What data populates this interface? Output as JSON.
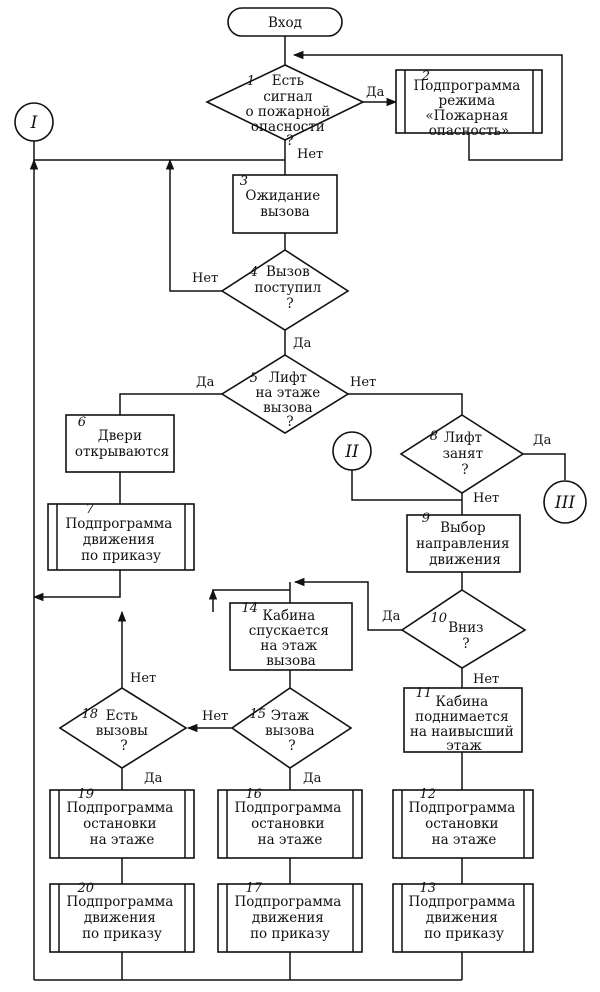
{
  "start": {
    "label": "Вход"
  },
  "connectors": {
    "c1": "I",
    "c2": "II",
    "c3": "III"
  },
  "edges": {
    "yes": "Да",
    "no": "Нет"
  },
  "blocks": {
    "b1": {
      "num": "1",
      "lines": [
        "Есть",
        "сигнал",
        "о пожарной",
        "опасности",
        "?"
      ]
    },
    "b2": {
      "num": "2",
      "lines": [
        "Подпрограмма",
        "режима",
        "«Пожарная",
        "опасность»"
      ]
    },
    "b3": {
      "num": "3",
      "lines": [
        "Ожидание",
        "вызова"
      ]
    },
    "b4": {
      "num": "4",
      "lines": [
        "Вызов",
        "поступил",
        "?"
      ]
    },
    "b5": {
      "num": "5",
      "lines": [
        "Лифт",
        "на этаже",
        "вызова",
        "?"
      ]
    },
    "b6": {
      "num": "6",
      "lines": [
        "Двери",
        "открываются"
      ]
    },
    "b7": {
      "num": "7",
      "lines": [
        "Подпрограмма",
        "движения",
        "по приказу"
      ]
    },
    "b8": {
      "num": "8",
      "lines": [
        "Лифт",
        "занят",
        "?"
      ]
    },
    "b9": {
      "num": "9",
      "lines": [
        "Выбор",
        "направления",
        "движения"
      ]
    },
    "b10": {
      "num": "10",
      "lines": [
        "Вниз",
        "?"
      ]
    },
    "b11": {
      "num": "11",
      "lines": [
        "Кабина",
        "поднимается",
        "на наивысший",
        "этаж"
      ]
    },
    "b12": {
      "num": "12",
      "lines": [
        "Подпрограмма",
        "остановки",
        "на этаже"
      ]
    },
    "b13": {
      "num": "13",
      "lines": [
        "Подпрограмма",
        "движения",
        "по приказу"
      ]
    },
    "b14": {
      "num": "14",
      "lines": [
        "Кабина",
        "спускается",
        "на этаж",
        "вызова"
      ]
    },
    "b15": {
      "num": "15",
      "lines": [
        "Этаж",
        "вызова",
        "?"
      ]
    },
    "b16": {
      "num": "16",
      "lines": [
        "Подпрограмма",
        "остановки",
        "на этаже"
      ]
    },
    "b17": {
      "num": "17",
      "lines": [
        "Подпрограмма",
        "движения",
        "по приказу"
      ]
    },
    "b18": {
      "num": "18",
      "lines": [
        "Есть",
        "вызовы",
        "?"
      ]
    },
    "b19": {
      "num": "19",
      "lines": [
        "Подпрограмма",
        "остановки",
        "на этаже"
      ]
    },
    "b20": {
      "num": "20",
      "lines": [
        "Подпрограмма",
        "движения",
        "по приказу"
      ]
    }
  }
}
